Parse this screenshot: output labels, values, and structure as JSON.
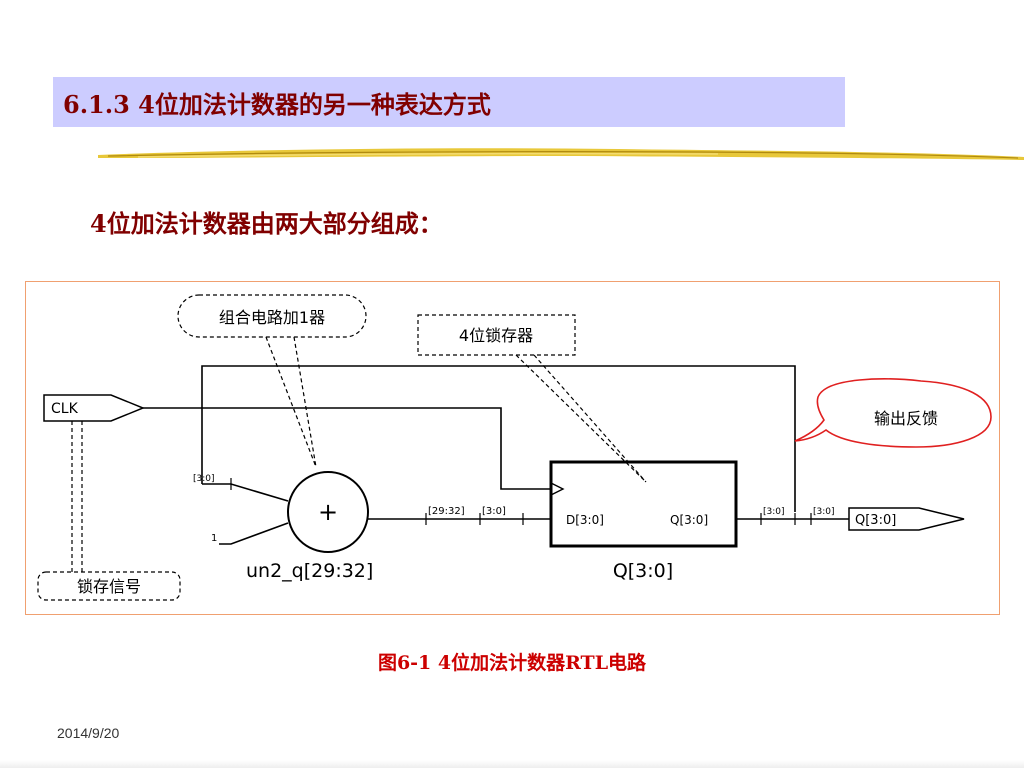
{
  "slide": {
    "title": "6.1.3  4位加法计数器的另一种表达方式",
    "subtitle": "4位加法计数器由两大部分组成：",
    "caption": "图6-1  4位加法计数器RTL电路",
    "date": "2014/9/20"
  },
  "diagram": {
    "callouts": {
      "adder": "组合电路加1器",
      "latch": "4位锁存器",
      "feedback": "输出反馈",
      "clock": "锁存信号"
    },
    "ports": {
      "clk": "CLK",
      "q_out": "Q[3:0]"
    },
    "adder": {
      "symbol": "+",
      "instance": "un2_q[29:32]",
      "in_bus": "[3:0]",
      "const_in": "1",
      "out_bus": "[29:32]",
      "out_bus2": "[3:0]"
    },
    "register": {
      "d_pin": "D[3:0]",
      "q_pin": "Q[3:0]",
      "instance": "Q[3:0]",
      "out_bus": "[3:0]",
      "out_bus2": "[3:0]"
    },
    "colors": {
      "title_text": "#800000",
      "title_bg": "#ccccff",
      "caption": "#cc0000",
      "feedback_callout": "#e02020",
      "frame_border": "#f0a070"
    }
  }
}
